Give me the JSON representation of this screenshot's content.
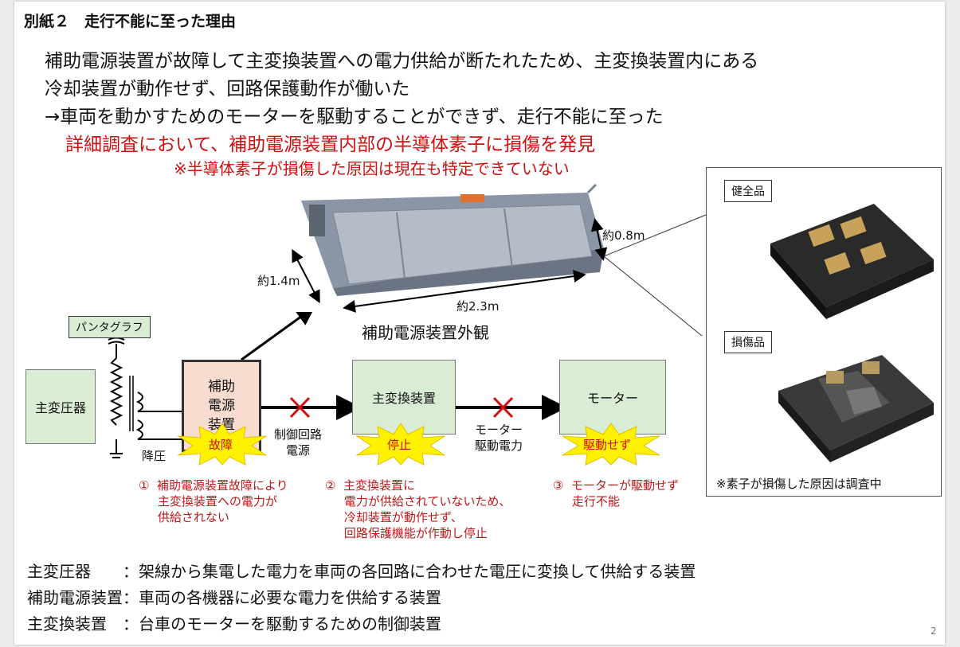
{
  "header": {
    "title": "別紙２　走行不能に至った理由"
  },
  "summary": {
    "line1": "補助電源装置が故障して主変換装置への電力供給が断たれたため、主変換装置内にある",
    "line2": "冷却装置が動作せず、回路保護動作が働いた",
    "line3": "→車両を動かすためのモーターを駆動することができず、走行不能に至った",
    "finding": "詳細調査において、補助電源装置内部の半導体素子に損傷を発見",
    "finding_note": "※半導体素子が損傷した原因は現在も特定できていない"
  },
  "unit_photo": {
    "caption": "補助電源装置外観",
    "dim_height": "約0.8m",
    "dim_width": "約2.3m",
    "dim_depth": "約1.4m"
  },
  "element_photos": {
    "healthy_label": "健全品",
    "damaged_label": "損傷品",
    "note": "※素子が損傷した原因は調査中"
  },
  "diagram": {
    "pantograph": "パンタグラフ",
    "main_transformer": "主変圧器",
    "step_down": "降圧",
    "apu_box": "補助\n電源\n装置",
    "control_power": "制御回路\n電源",
    "main_converter": "主変換装置",
    "motor_power": "モーター\n駆動電力",
    "motor": "モーター",
    "fault": "故障",
    "stop": "停止",
    "no_drive": "駆動せず"
  },
  "notes": {
    "n1": "①  補助電源装置故障により\n     主変換装置への電力が\n     供給されない",
    "n2": "②  主変換装置に\n     電力が供給されていないため、\n     冷却装置が動作せず、\n     回路保護機能が作動し停止",
    "n3": "③  モーターが駆動せず\n     走行不能"
  },
  "definitions": [
    {
      "term": "主変圧器　　",
      "desc": "：架線から集電した電力を車両の各回路に合わせた電圧に変換して供給する装置"
    },
    {
      "term": "補助電源装置",
      "desc": "：車両の各機器に必要な電力を供給する装置"
    },
    {
      "term": "主変換装置　",
      "desc": "：台車のモーターを駆動するための制御装置"
    }
  ],
  "page_number": "2",
  "colors": {
    "accent_red": "#d0100f",
    "box_green": "#d9ecd4",
    "box_pink": "#f8dccf",
    "burst_yellow": "#fff200"
  }
}
